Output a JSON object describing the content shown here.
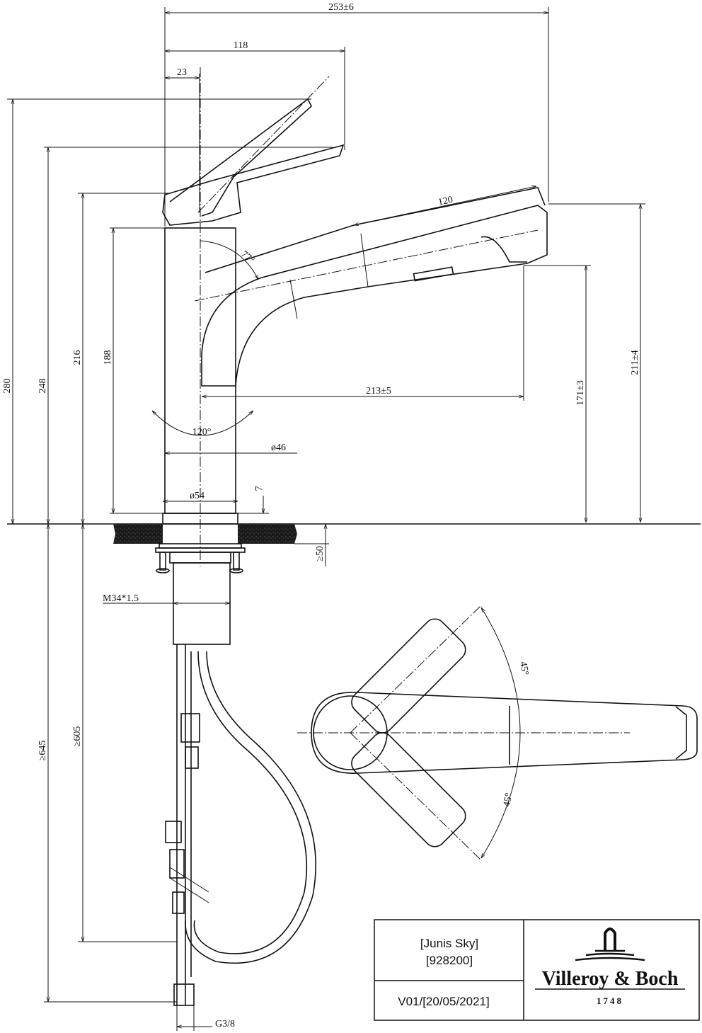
{
  "dimensions": {
    "overall_width": "253±6",
    "lever_reach": "118",
    "lever_offset": "23",
    "head_length": "120",
    "lever_angle": "77°",
    "total_height": "280",
    "lever_height": "248",
    "lever_base_height": "216",
    "body_height": "188",
    "spout_reach": "213±5",
    "outlet_height": "171±3",
    "spout_height": "211±4",
    "swivel_angle": "120°",
    "body_diameter": "ø46",
    "base_diameter": "ø54",
    "base_plate": "7",
    "max_counter_thickness": "≥50",
    "thread": "M34*1.5",
    "hose_length_inner": "≥605",
    "hose_length_outer": "≥645",
    "connection": "G3/8",
    "top_angle_upper": "45°",
    "top_angle_lower": "45°"
  },
  "title_block": {
    "product_name": "[Junis Sky]",
    "product_number": "[928200]",
    "version": "V01/[20/05/2021]",
    "brand": "Villeroy & Boch",
    "brand_year": "1748"
  }
}
